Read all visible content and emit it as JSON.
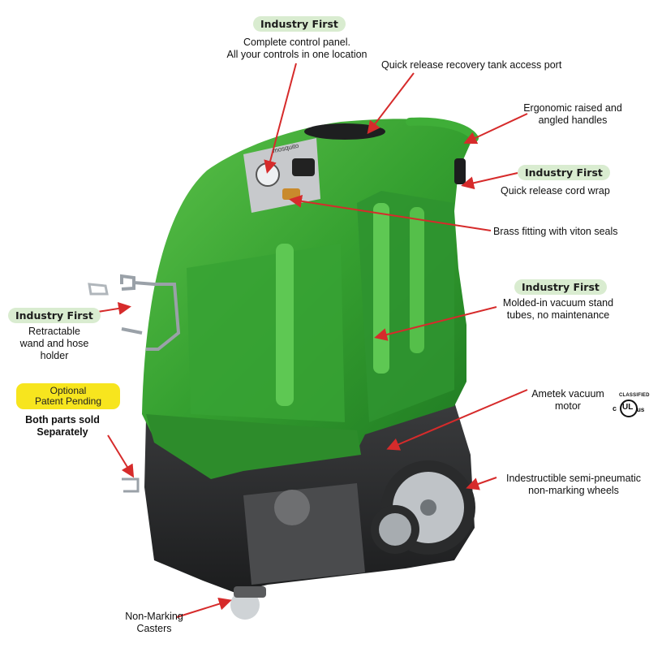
{
  "colors": {
    "arrow": "#d62b2b",
    "badge_bg": "#d9ecd0",
    "machine_green": "#3aa33a",
    "machine_black": "#2a2b2c",
    "optional_bg": "#f7e51e"
  },
  "badges": {
    "top": "Industry First",
    "cord": "Industry First",
    "wand": "Industry First",
    "vacuum": "Industry First"
  },
  "labels": {
    "control_1": "Complete control panel.",
    "control_2": "All your controls in one location",
    "tank_port": "Quick release recovery tank access port",
    "handles_1": "Ergonomic raised and",
    "handles_2": "angled handles",
    "cord_wrap": "Quick release cord wrap",
    "brass": "Brass fitting with viton seals",
    "wand_1": "Retractable",
    "wand_2": "wand and hose",
    "wand_3": "holder",
    "vacuum_1": "Molded-in vacuum stand",
    "vacuum_2": "tubes, no maintenance",
    "motor_1": "Ametek vacuum",
    "motor_2": "motor",
    "optional_1": "Optional",
    "optional_2": "Patent Pending",
    "sold_1": "Both parts sold",
    "sold_2": "Separately",
    "wheels_1": "Indestructible semi-pneumatic",
    "wheels_2": "non-marking wheels",
    "casters_1": "Non-Marking",
    "casters_2": "Casters"
  },
  "ul_mark": {
    "top": "CLASSIFIED",
    "left": "c",
    "center": "UL",
    "right": "us"
  },
  "brand": "mosquito"
}
